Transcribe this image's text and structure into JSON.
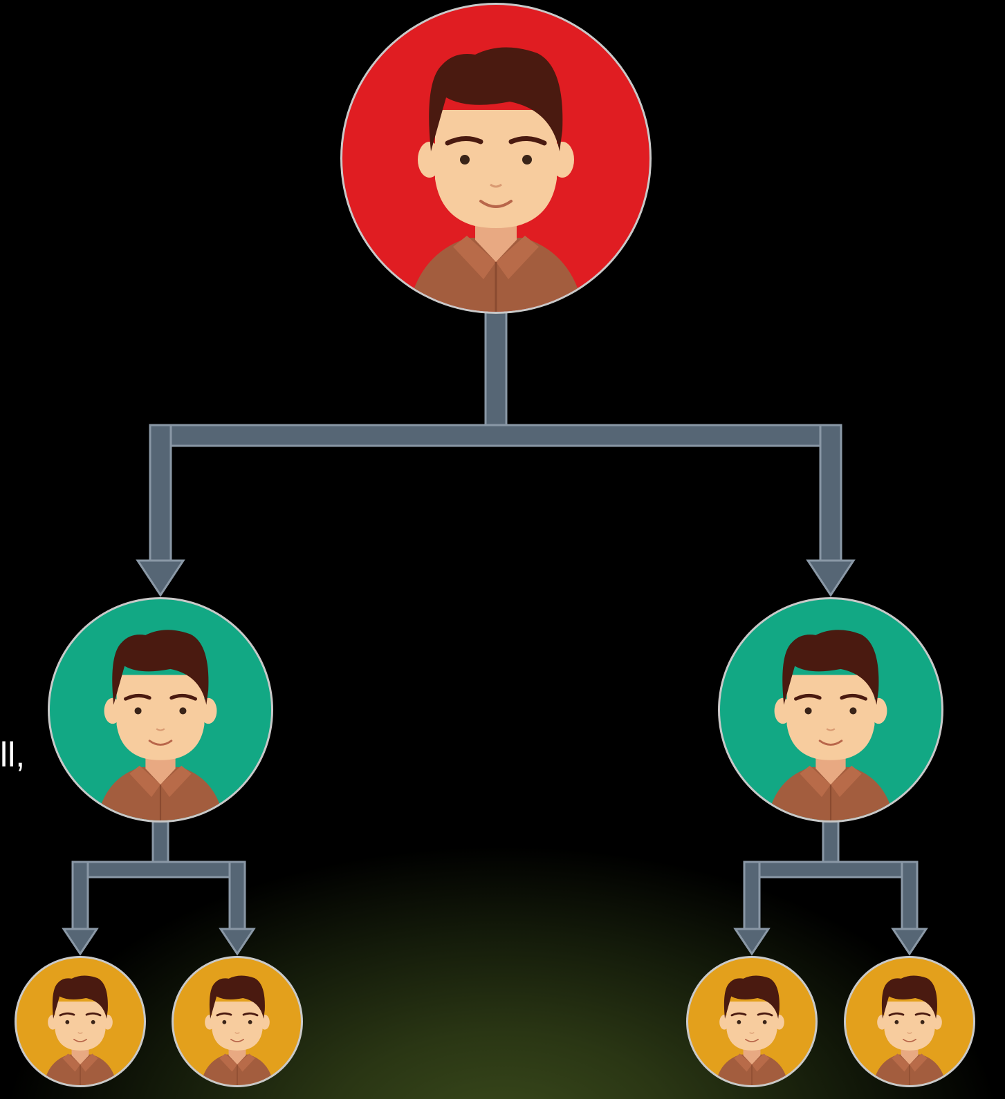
{
  "nodes": [
    {
      "id": "root",
      "level": 0,
      "color": "#e01d22"
    },
    {
      "id": "child-left",
      "level": 1,
      "color": "#12a884"
    },
    {
      "id": "child-right",
      "level": 1,
      "color": "#12a884"
    },
    {
      "id": "grandchild-1",
      "level": 2,
      "color": "#e3a01c"
    },
    {
      "id": "grandchild-2",
      "level": 2,
      "color": "#e3a01c"
    },
    {
      "id": "grandchild-3",
      "level": 2,
      "color": "#e3a01c"
    },
    {
      "id": "grandchild-4",
      "level": 2,
      "color": "#e3a01c"
    }
  ],
  "edges": [
    {
      "from": "root",
      "to": "child-left"
    },
    {
      "from": "root",
      "to": "child-right"
    },
    {
      "from": "child-left",
      "to": "grandchild-1"
    },
    {
      "from": "child-left",
      "to": "grandchild-2"
    },
    {
      "from": "child-right",
      "to": "grandchild-3"
    },
    {
      "from": "child-right",
      "to": "grandchild-4"
    }
  ],
  "icons": {
    "node": "person-avatar-icon",
    "edge": "arrow-down-icon"
  },
  "colors": {
    "connector": "#566675",
    "connector_edge": "#8a98a6",
    "hair": "#4a1a10",
    "skin": "#f7cc9e",
    "shirt": "#a35d3e"
  },
  "cropped_text": "ll,"
}
